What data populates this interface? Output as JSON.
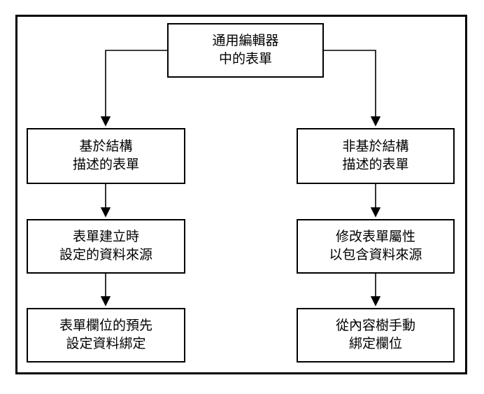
{
  "diagram": {
    "root": {
      "line1": "通用編輯器",
      "line2": "中的表單"
    },
    "left": [
      {
        "line1": "基於結構",
        "line2": "描述的表單"
      },
      {
        "line1": "表單建立時",
        "line2": "設定的資料來源"
      },
      {
        "line1": "表單欄位的預先",
        "line2": "設定資料綁定"
      }
    ],
    "right": [
      {
        "line1": "非基於結構",
        "line2": "描述的表單"
      },
      {
        "line1": "修改表單屬性",
        "line2": "以包含資料來源"
      },
      {
        "line1": "從內容樹手動",
        "line2": "綁定欄位"
      }
    ],
    "colors": {
      "line": "#000000",
      "background": "#ffffff"
    }
  }
}
